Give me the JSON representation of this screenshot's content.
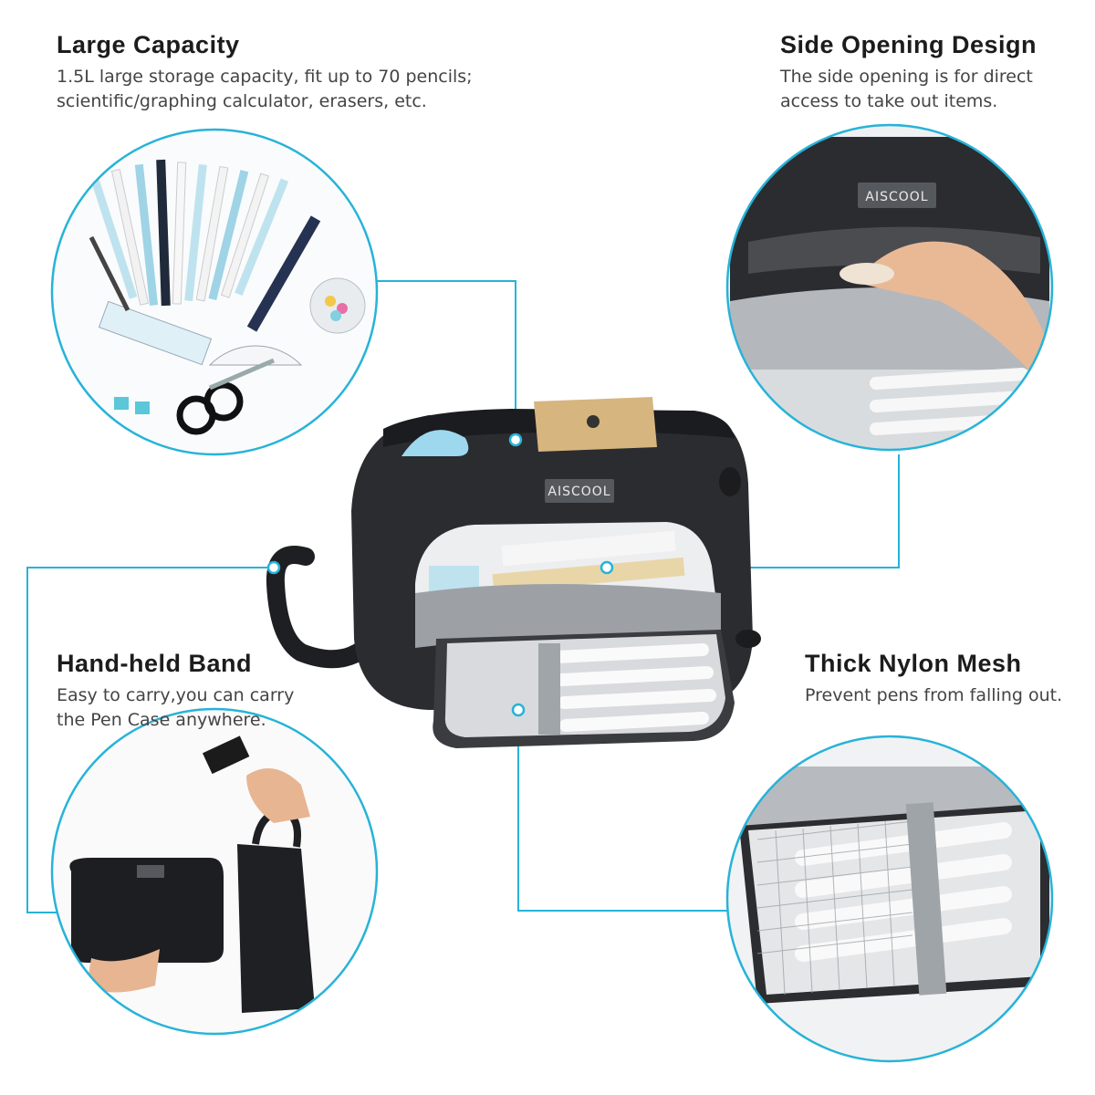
{
  "brand": {
    "logo_text": "AISCOOL"
  },
  "features": [
    {
      "id": "large-capacity",
      "title": "Large Capacity",
      "lines": [
        "1.5L large storage capacity, fit up to 70 pencils;",
        "scientific/graphing calculator, erasers,  etc."
      ]
    },
    {
      "id": "side-opening",
      "title": "Side Opening Design",
      "lines": [
        "The side opening is for direct",
        "access to take out items."
      ]
    },
    {
      "id": "hand-held",
      "title": "Hand-held Band",
      "lines": [
        "Easy to carry,you can carry",
        "the Pen Case anywhere."
      ]
    },
    {
      "id": "nylon-mesh",
      "title": "Thick Nylon Mesh",
      "lines": [
        "Prevent pens from falling out."
      ]
    }
  ],
  "colors": {
    "accent": "#27b3d8",
    "case": "#2a2c30",
    "lining": "#b9bcc1",
    "mesh": "#dfe1e4"
  }
}
